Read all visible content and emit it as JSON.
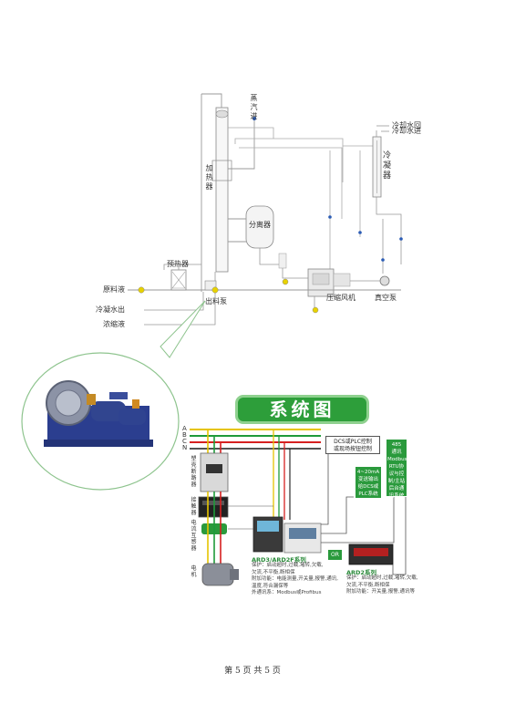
{
  "process": {
    "steam_in": "蒸汽进",
    "cooling_water_return": "冷却水回",
    "cooling_water_in": "冷却水进",
    "condenser": "冷凝器",
    "heater": "加热器",
    "separator": "分离器",
    "preheater": "预热器",
    "raw_liquid": "原料液",
    "discharge_pump": "出料泵",
    "condensate_out": "冷凝水出",
    "concentrate": "浓缩液",
    "compressor": "压缩风机",
    "vacuum_pump": "真空泵"
  },
  "system": {
    "title": "系统图",
    "phases": [
      "A",
      "B",
      "C",
      "N"
    ],
    "breaker_label": "塑壳断路器",
    "contactor_label": "接触器",
    "ct_label": "电流互感器",
    "motor_label": "电机",
    "dcs_box": "DCS或PLC控制\n或现场按钮控制",
    "analog_box": "4~20mA\n变送输出\n给DCS或\nPLC系统",
    "comm_box": "485\n通讯\nModbus\nRTU协\n议与控\n制/主站\n后台通\n讯系统",
    "ard3_series": "ARD3/ARD2F系列",
    "ard3_desc": "保护：启动超时,过载,堵转,欠载,\n欠流,不平衡,断相保\n附加功能：电能测量,开关量,报警,通讯,\n温度,符合漏保等\n外通讯系：Modbus或Profibus",
    "or_label": "OR",
    "ard2_series": "ARD2系列",
    "ard2_desc": "保护：启动超时,过载,堵转,欠载,\n欠流,不平衡,断相保\n附加功能：开关量,报警,通讯等"
  },
  "footer": {
    "page": "第 5 页 共 5 页"
  },
  "colors": {
    "green": "#2a9a3c",
    "phase_a": "#e5c400",
    "phase_b": "#1e9a3a",
    "phase_c": "#d62020",
    "phase_n": "#1a1a1a"
  }
}
